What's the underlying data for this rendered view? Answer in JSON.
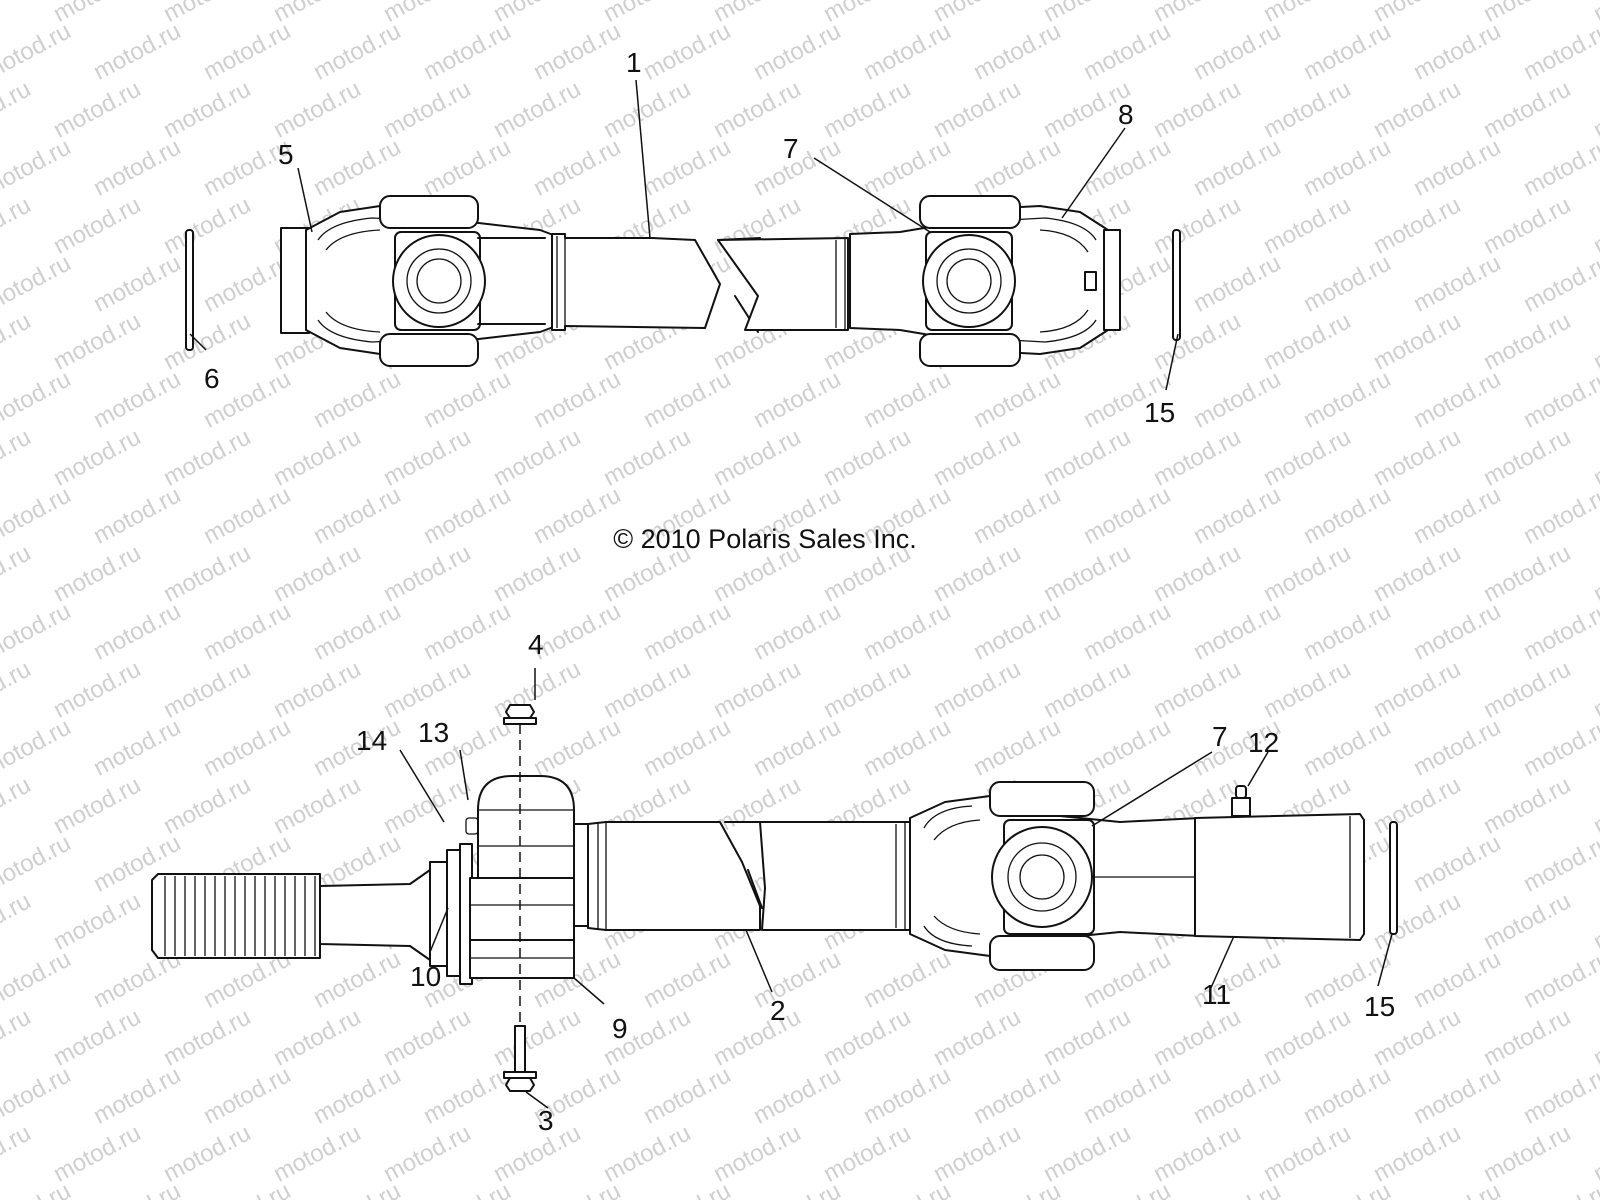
{
  "copyright": "© 2010 Polaris Sales Inc.",
  "watermark": "motod.ru",
  "callouts": {
    "c1": "1",
    "c2": "2",
    "c3": "3",
    "c4": "4",
    "c5": "5",
    "c6": "6",
    "c7a": "7",
    "c7b": "7",
    "c8": "8",
    "c9": "9",
    "c10": "10",
    "c11": "11",
    "c12": "12",
    "c13": "13",
    "c14": "14",
    "c15a": "15",
    "c15b": "15"
  }
}
